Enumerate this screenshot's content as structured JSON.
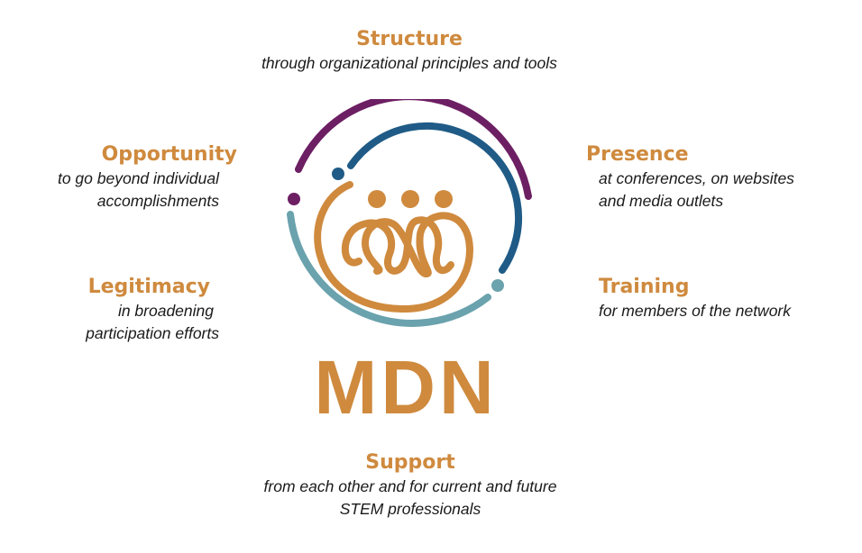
{
  "colors": {
    "accent": "#cf8a3e",
    "purple": "#6d1f63",
    "navy": "#1f5b86",
    "teal": "#6aa2ad",
    "text": "#1a1a1a"
  },
  "logo": {
    "text": "MDN",
    "icon": "mdn-logo-icon"
  },
  "items": {
    "structure": {
      "title": "Structure",
      "lines": [
        "through organizational principles and tools"
      ]
    },
    "opportunity": {
      "title": "Opportunity",
      "lines": [
        "to go beyond individual",
        "accomplishments"
      ]
    },
    "presence": {
      "title": "Presence",
      "lines": [
        "at conferences, on websites",
        "and media outlets"
      ]
    },
    "legitimacy": {
      "title": "Legitimacy",
      "lines": [
        "in broadening",
        "participation efforts"
      ]
    },
    "training": {
      "title": "Training",
      "lines": [
        "for members of the network"
      ]
    },
    "support": {
      "title": "Support",
      "lines": [
        "from each other and for current and future",
        "STEM professionals"
      ]
    }
  }
}
